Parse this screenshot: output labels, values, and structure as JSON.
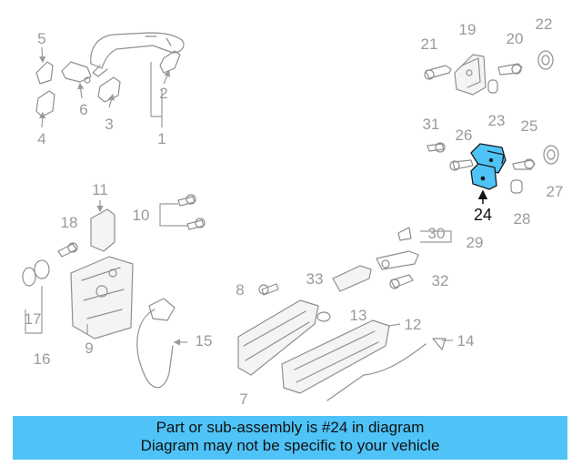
{
  "callouts": [
    "1",
    "2",
    "3",
    "4",
    "5",
    "6",
    "7",
    "8",
    "9",
    "10",
    "11",
    "12",
    "13",
    "14",
    "15",
    "16",
    "17",
    "18",
    "19",
    "20",
    "21",
    "22",
    "23",
    "25",
    "26",
    "27",
    "28",
    "29",
    "30",
    "31",
    "32",
    "33"
  ],
  "highlight_callout": "24",
  "highlight_color": "#4fc3f7",
  "banner": {
    "line1": "Part or sub-assembly is #24 in diagram",
    "line2": "Diagram may not be specific to your vehicle"
  }
}
